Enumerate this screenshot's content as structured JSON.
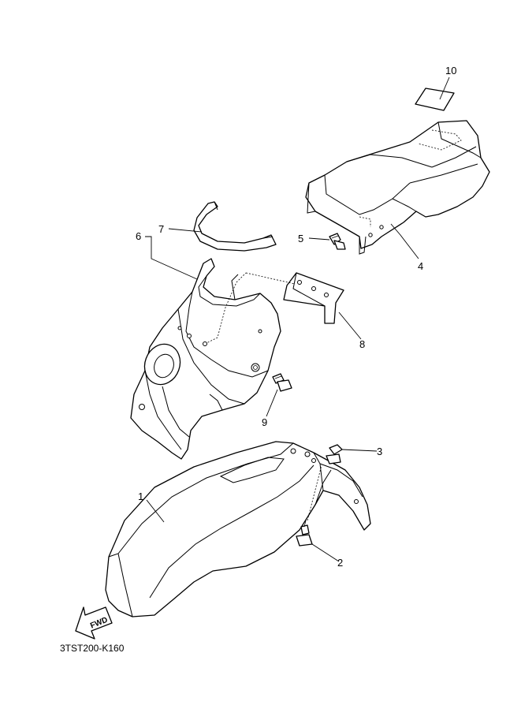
{
  "callouts": {
    "p1": "1",
    "p2": "2",
    "p3": "3",
    "p4": "4",
    "p5": "5",
    "p6": "6",
    "p7": "7",
    "p8": "8",
    "p9": "9",
    "p10": "10"
  },
  "fwd_label": "FWD",
  "diagram_code": "3TST200-K160"
}
